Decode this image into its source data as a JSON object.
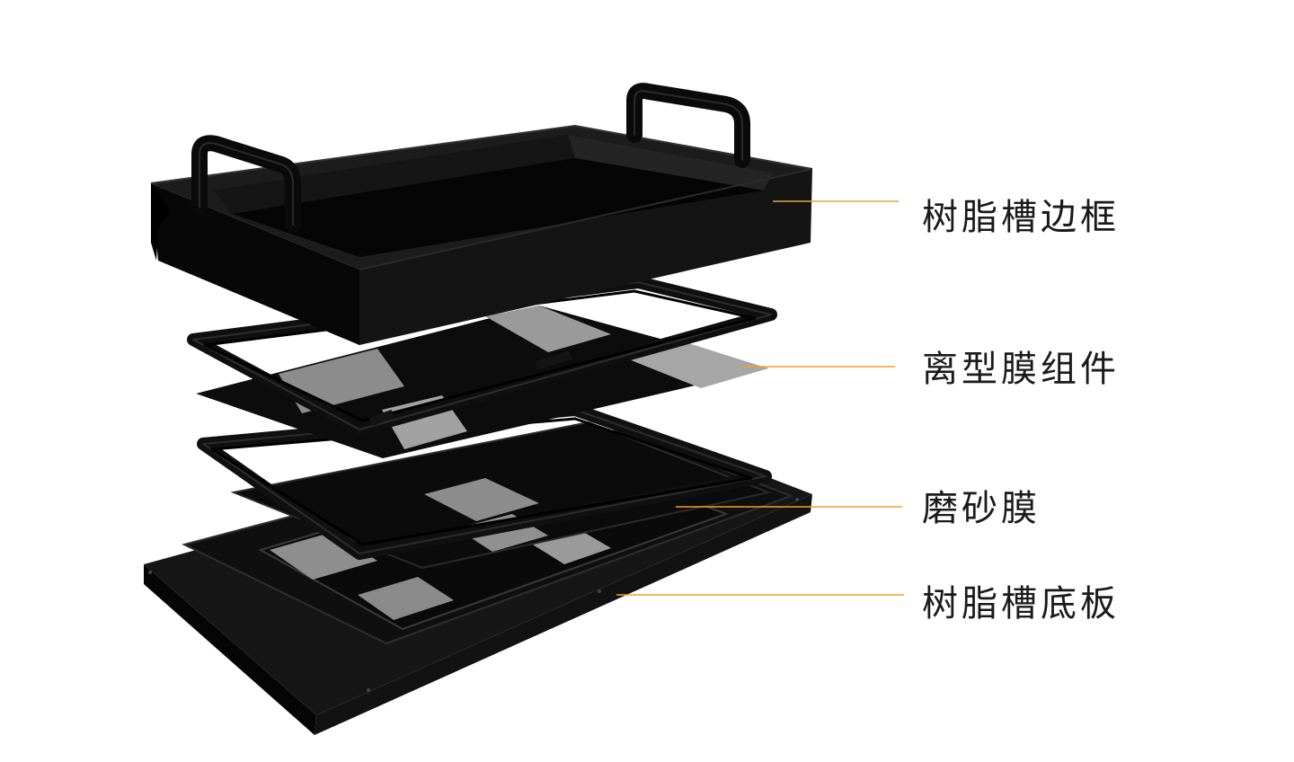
{
  "colors": {
    "background": "#ffffff",
    "leader_line": "#f0a030",
    "part_dark": "#0c0c0c",
    "part_mid": "#1e1e1e",
    "film_gray": "#8c8c8c",
    "label_text": "#1a1a1a"
  },
  "labels": {
    "frame": "树脂槽边框",
    "release_film": "离型膜组件",
    "matte_film": "磨砂膜",
    "base_plate": "树脂槽底板"
  }
}
